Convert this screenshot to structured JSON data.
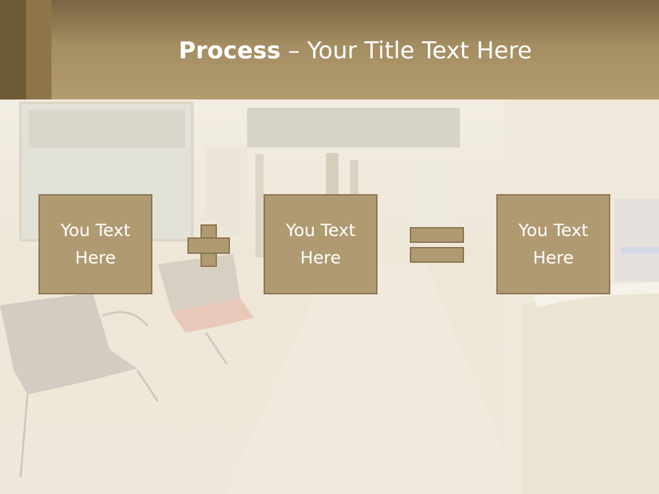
{
  "slide": {
    "title_bold": "Process",
    "title_rest": " – Your Title Text Here"
  },
  "process": {
    "steps": [
      {
        "line1": "You Text",
        "line2": "Here"
      },
      {
        "line1": "You Text",
        "line2": "Here"
      },
      {
        "line1": "You Text",
        "line2": "Here"
      }
    ],
    "operators": [
      "plus-icon",
      "equals-icon"
    ]
  },
  "colors": {
    "header": "#a48d62",
    "box_fill": "#b09a72",
    "box_border": "#8a7550",
    "text": "#ffffff"
  }
}
